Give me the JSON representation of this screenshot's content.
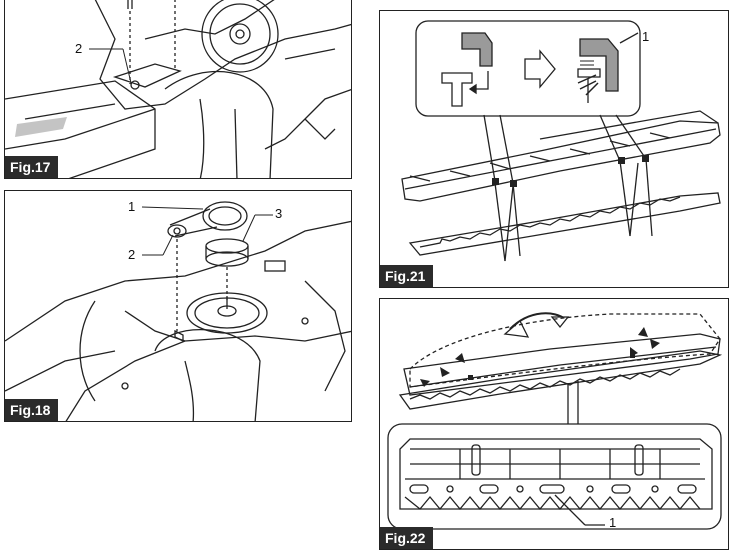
{
  "figures": [
    {
      "label": "Fig.17",
      "callouts": [
        "2"
      ]
    },
    {
      "label": "Fig.18",
      "callouts": [
        "1",
        "2",
        "3"
      ]
    },
    {
      "label": "Fig.21",
      "callouts": [
        "1"
      ]
    },
    {
      "label": "Fig.22",
      "callouts": [
        "1"
      ]
    }
  ],
  "icons": {
    "arrow": "arrow-right-icon",
    "rotate": "rotate-arrow-icon"
  },
  "colors": {
    "ink": "#222222",
    "label_bg": "#2b2b2b",
    "label_text": "#ffffff",
    "part_shade": "#9a9a9a"
  }
}
